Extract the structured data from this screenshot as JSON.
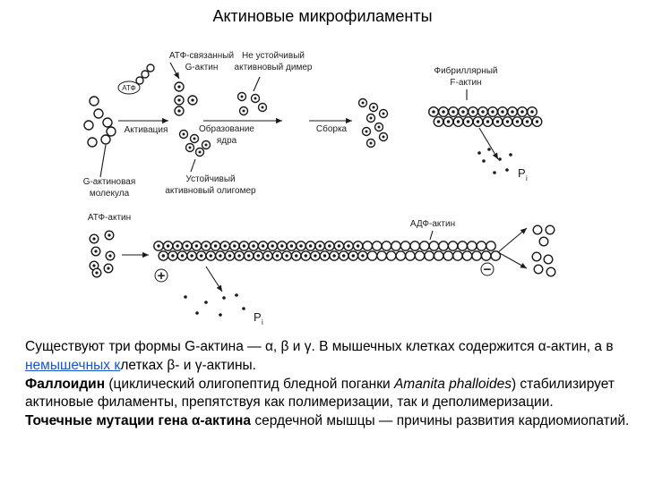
{
  "title": "Актиновые микрофиламенты",
  "diagram": {
    "labels": {
      "atp_bound_g_actin": [
        "АТФ-связанный",
        "G-актин"
      ],
      "unstable_dimer": [
        "Не устойчивый",
        "активновый димер"
      ],
      "fibrillar_f_actin": [
        "Фибриллярный",
        "F-актин"
      ],
      "atf_bubble": "АТФ",
      "activation": "Активация",
      "nucleation": [
        "Образование",
        "ядра"
      ],
      "assembly": "Сборка",
      "g_actin_molecule": [
        "G-актиновая",
        "молекула"
      ],
      "stable_oligomer": [
        "Устойчивый",
        "активновый олигомер"
      ],
      "pi": "P",
      "pi_sub": "i",
      "atp_actin": "АТФ-актин",
      "adp_actin": "АДФ-актин",
      "plus_end": "+",
      "minus_end": "−"
    },
    "colors": {
      "stroke": "#1a1a1a",
      "bead_fill": "#ffffff",
      "dot": "#1a1a1a"
    }
  },
  "text": {
    "p1": {
      "a": "Существуют три формы G-актина — α, β и γ. В мышечных клетках содержится α-актин, а в ",
      "link": "немышечных к",
      "b": "летках β- и γ-актины."
    },
    "p2": {
      "bold": "Фаллоидин",
      "a": " (циклический олигопептид бледной поганки ",
      "italic": "Amanita phalloides",
      "b": ") стабилизирует актиновые филаменты, препятствуя как полимеризации, так и деполимеризации."
    },
    "p3": {
      "bold": "Точечные мутации гена α-актина",
      "a": " сердечной мышцы — причины развития кардиомиопатий."
    }
  }
}
